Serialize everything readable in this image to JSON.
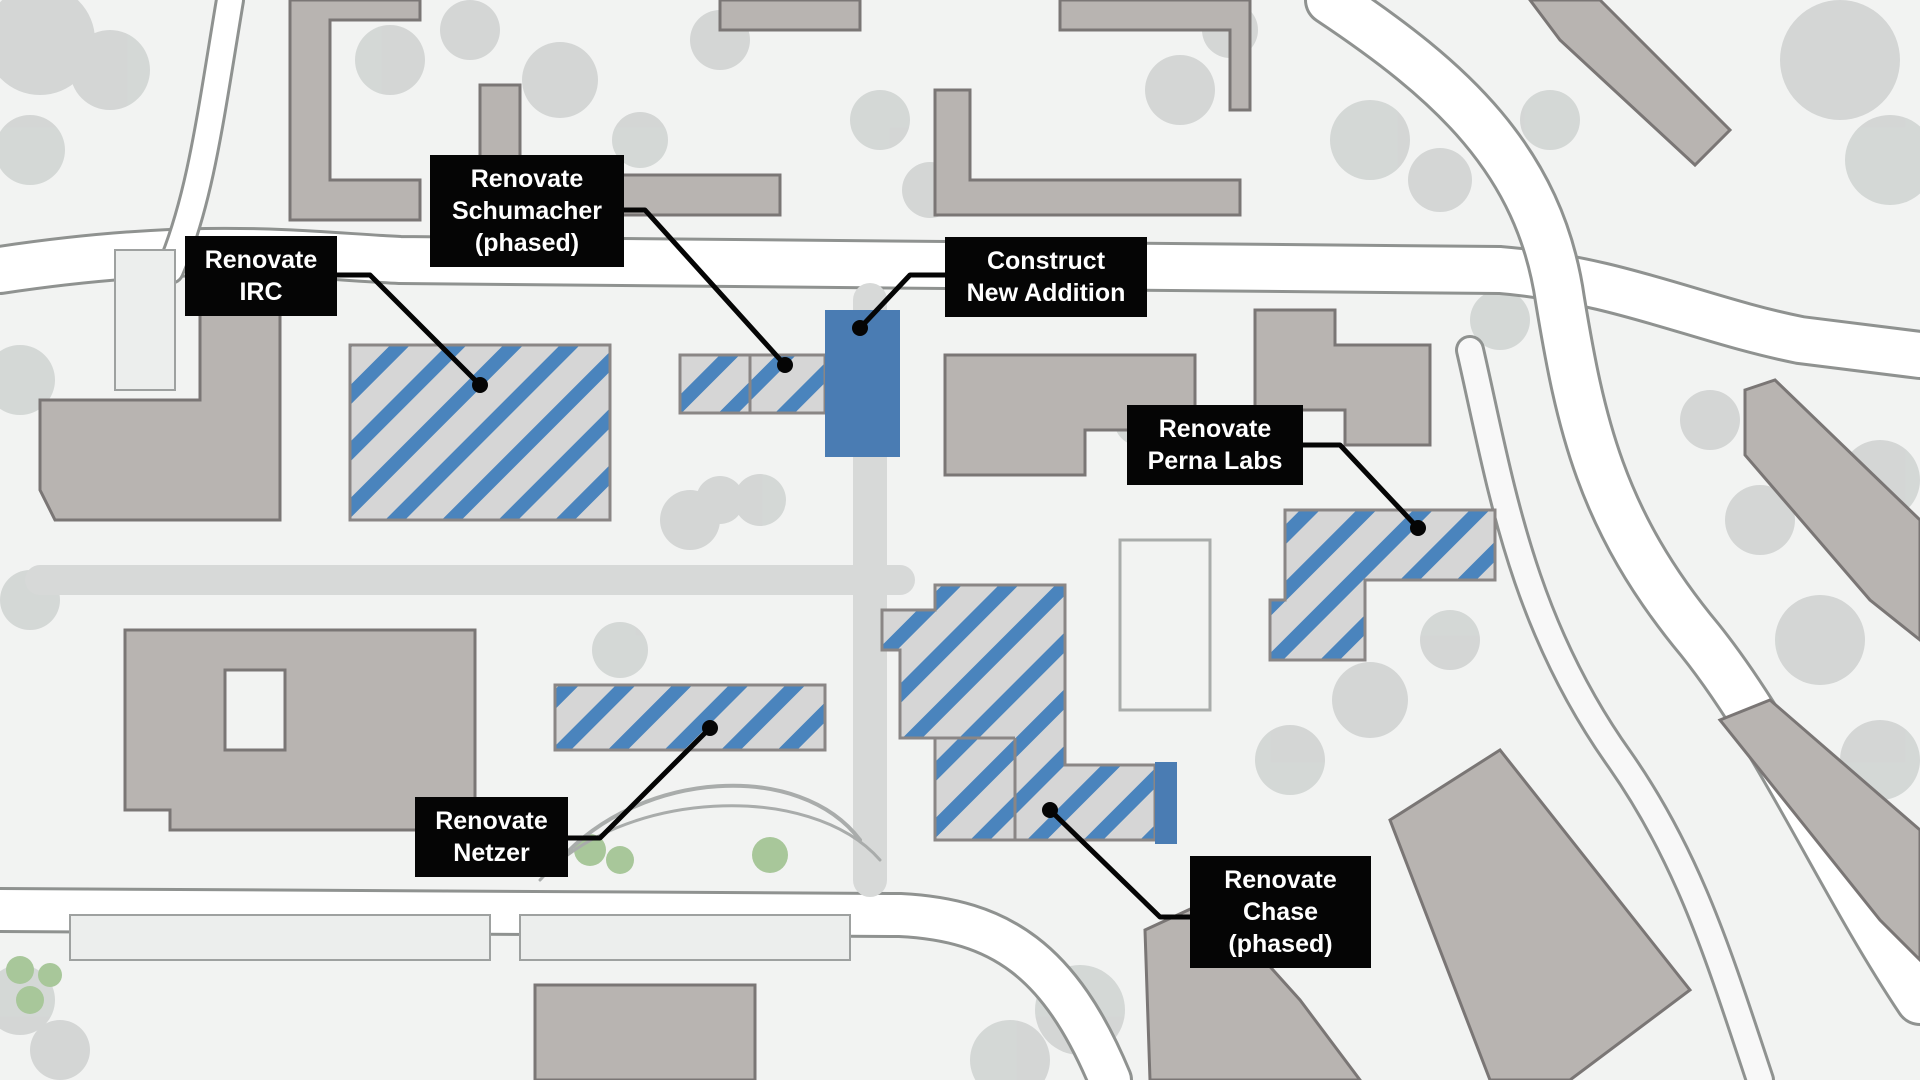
{
  "colors": {
    "background": "#f2f3f2",
    "road": "#ffffff",
    "road_edge": "#8f9290",
    "building": "#b8b4b1",
    "building_edge": "#7a7675",
    "tree": "#c9cccb",
    "renovate_stripe": "#4a84bd",
    "renovate_base": "#d6d6d6",
    "new_construction": "#4a7cb3",
    "label_bg": "#050505",
    "label_text": "#ffffff",
    "leader": "#050505"
  },
  "legend_types": {
    "renovation": "striped-blue",
    "new_construction": "solid-blue"
  },
  "callouts": {
    "irc": {
      "lines": [
        "Renovate",
        "IRC"
      ],
      "kind": "renovation"
    },
    "schumacher": {
      "lines": [
        "Renovate",
        "Schumacher",
        "(phased)"
      ],
      "kind": "renovation"
    },
    "new_addition": {
      "lines": [
        "Construct",
        "New Addition"
      ],
      "kind": "new_construction"
    },
    "perna": {
      "lines": [
        "Renovate",
        "Perna Labs"
      ],
      "kind": "renovation"
    },
    "netzer": {
      "lines": [
        "Renovate",
        "Netzer"
      ],
      "kind": "renovation"
    },
    "chase": {
      "lines": [
        "Renovate",
        "Chase",
        "(phased)"
      ],
      "kind": "renovation"
    }
  }
}
